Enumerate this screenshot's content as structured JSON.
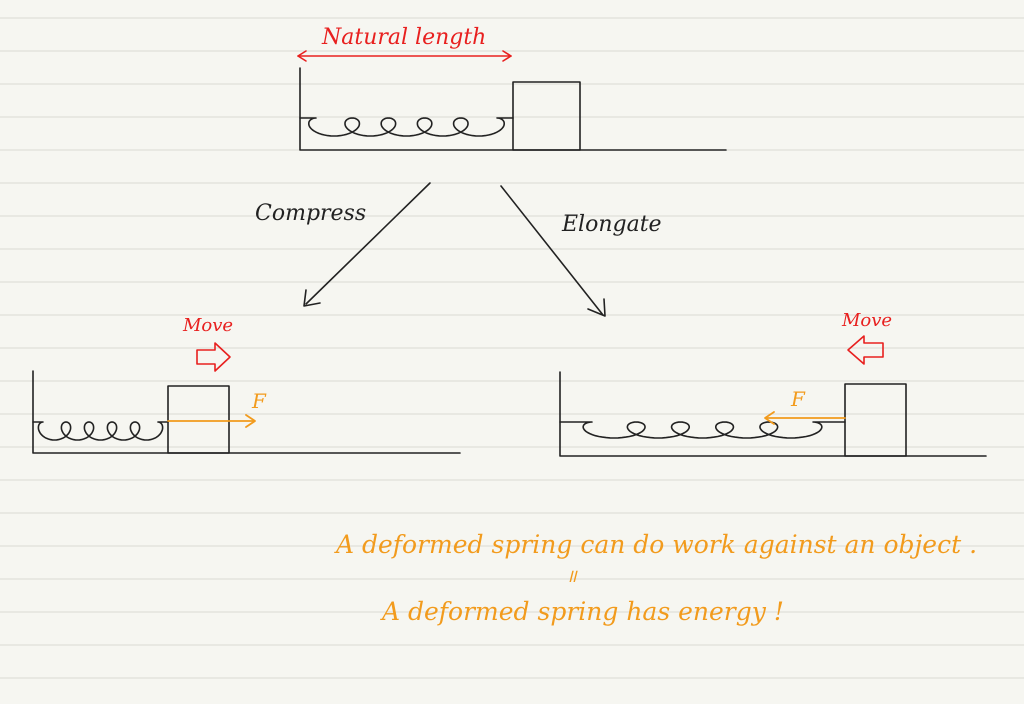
{
  "labels": {
    "natural_length": "Natural length",
    "compress": "Compress",
    "elongate": "Elongate",
    "move_left_panel": "Move",
    "move_right_panel": "Move",
    "force_left": "F",
    "force_right": "F"
  },
  "conclusion": {
    "line1": "A deformed spring can do work against an object .",
    "equals_mark": "॥",
    "line2": "A deformed spring has energy !"
  },
  "colors": {
    "background": "#f6f6f1",
    "rule_line": "#d9d9d4",
    "ink": "#222222",
    "red": "#e8201f",
    "orange": "#f29b1d"
  }
}
